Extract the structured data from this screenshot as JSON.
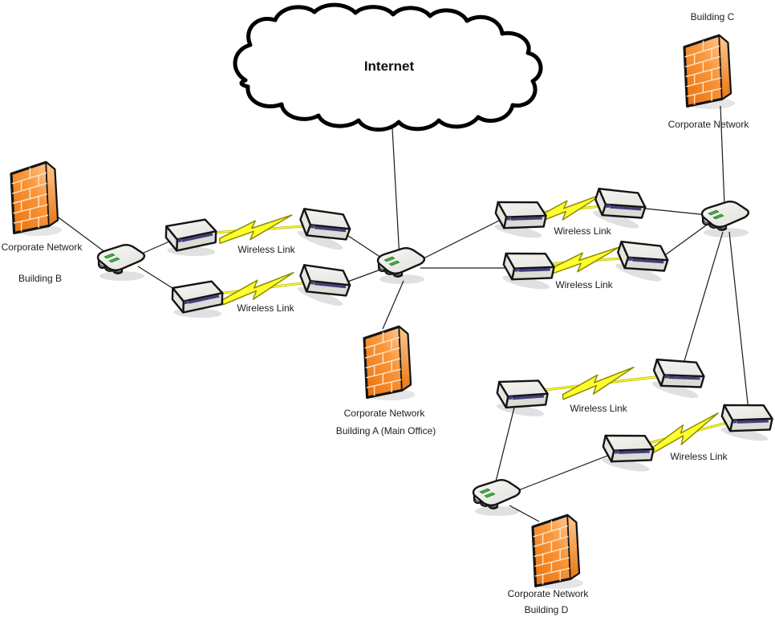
{
  "cloud": {
    "label": "Internet"
  },
  "wireless_link_label": "Wireless Link",
  "sites": {
    "building_a": {
      "network": "Corporate Network",
      "name": "Building A (Main Office)"
    },
    "building_b": {
      "network": "Corporate Network",
      "name": "Building B"
    },
    "building_c": {
      "network": "Corporate Network",
      "name": "Building C"
    },
    "building_d": {
      "network": "Corporate Network",
      "name": "Building D"
    }
  },
  "icons": {
    "cloud": "internet-cloud",
    "firewall": "brick-wall-firewall",
    "router": "router",
    "wireless_bridge": "wireless-bridge",
    "wireless_link": "lightning-bolt"
  },
  "colors": {
    "firewall_orange": "#F6831E",
    "firewall_highlight": "#FFD9AE",
    "bolt_yellow": "#FFFF2E",
    "device_gray": "#EFEFEA",
    "stripe_navy": "#3F3F7E",
    "led_green": "#3FAF3F",
    "line_black": "#1a1a1a"
  },
  "topology": {
    "counts": {
      "firewalls": 4,
      "routers": 4,
      "wireless_bridges": 12,
      "wireless_links": 6
    },
    "connections": [
      [
        "internet-cloud",
        "router-a",
        "wired"
      ],
      [
        "firewall-b",
        "router-b",
        "wired"
      ],
      [
        "router-b",
        "bridge-b-top-left",
        "wired"
      ],
      [
        "router-b",
        "bridge-b-bottom-left",
        "wired"
      ],
      [
        "bridge-b-top-left",
        "bridge-b-top-right",
        "wireless"
      ],
      [
        "bridge-b-bottom-left",
        "bridge-b-bottom-right",
        "wireless"
      ],
      [
        "bridge-b-top-right",
        "router-a",
        "wired"
      ],
      [
        "bridge-b-bottom-right",
        "router-a",
        "wired"
      ],
      [
        "router-a",
        "firewall-a",
        "wired"
      ],
      [
        "router-a",
        "bridge-c-top-left",
        "wired"
      ],
      [
        "router-a",
        "bridge-c-bottom-left",
        "wired"
      ],
      [
        "bridge-c-top-left",
        "bridge-c-top-right",
        "wireless"
      ],
      [
        "bridge-c-bottom-left",
        "bridge-c-bottom-right",
        "wireless"
      ],
      [
        "bridge-c-top-right",
        "router-c",
        "wired"
      ],
      [
        "bridge-c-bottom-right",
        "router-c",
        "wired"
      ],
      [
        "firewall-c",
        "router-c",
        "wired"
      ],
      [
        "router-c",
        "bridge-d-top-right",
        "wired"
      ],
      [
        "router-c",
        "bridge-d-bottom-right",
        "wired"
      ],
      [
        "bridge-d-top-left",
        "bridge-d-top-right",
        "wireless"
      ],
      [
        "bridge-d-bottom-left",
        "bridge-d-bottom-right",
        "wireless"
      ],
      [
        "bridge-d-top-left",
        "router-d",
        "wired"
      ],
      [
        "bridge-d-bottom-left",
        "router-d",
        "wired"
      ],
      [
        "router-d",
        "firewall-d",
        "wired"
      ]
    ]
  }
}
